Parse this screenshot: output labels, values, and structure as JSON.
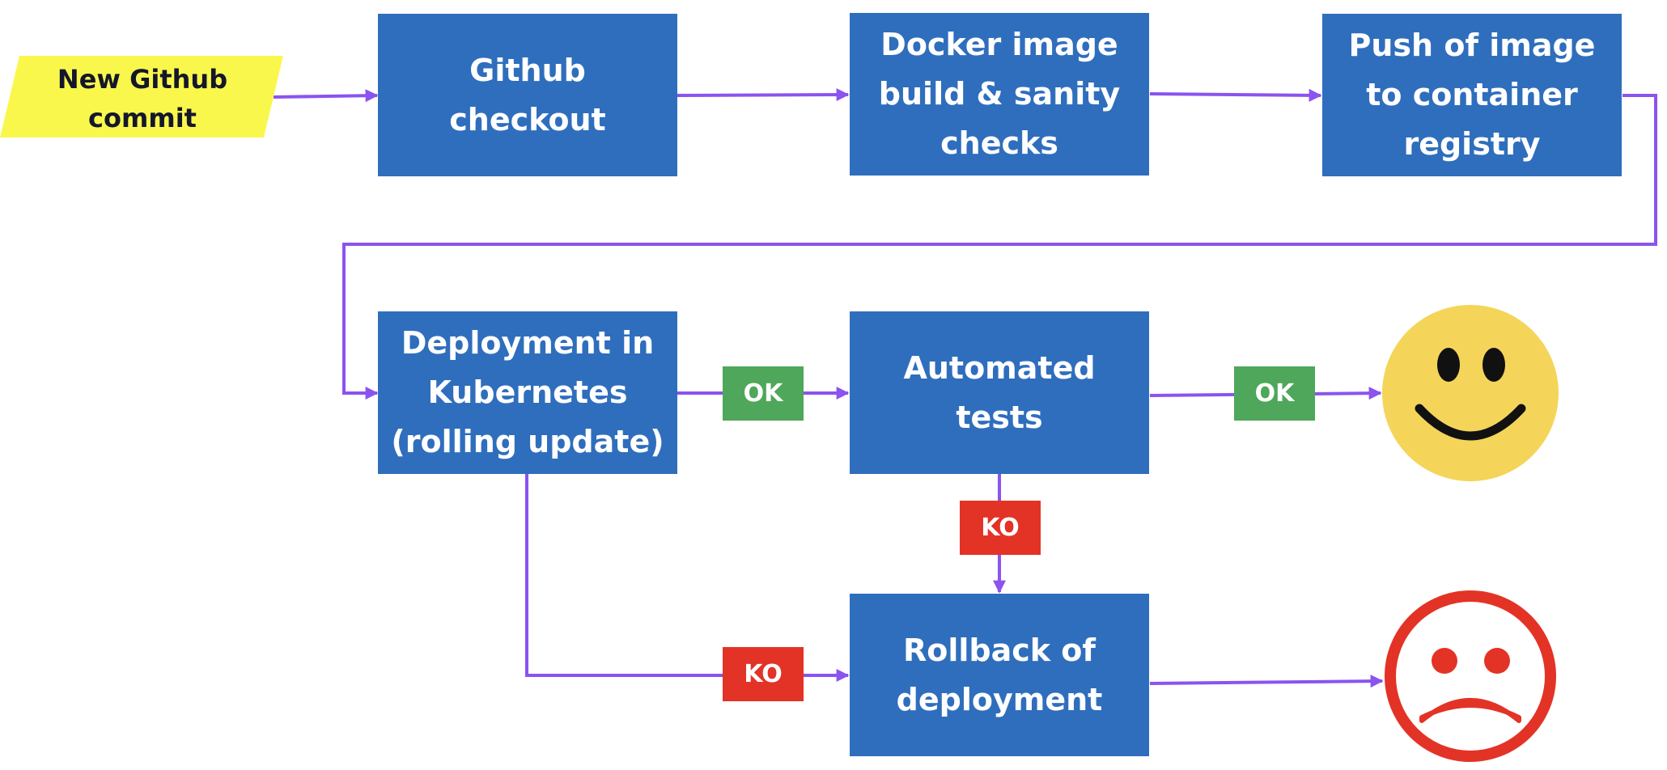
{
  "colors": {
    "process": "#2f6ebd",
    "start": "#faf74c",
    "connector": "#8b53ef",
    "ok": "#4ea75a",
    "ko": "#e33326",
    "happy_face": "#f4d55a",
    "sad_face": "#e33326"
  },
  "start": {
    "label": "New Github\ncommit"
  },
  "steps": {
    "checkout": "Github checkout",
    "docker_build": "Docker image\nbuild & sanity\nchecks",
    "push": "Push of image\nto container\nregistry",
    "deploy": "Deployment in\nKubernetes\n(rolling update)",
    "tests": "Automated tests",
    "rollback": "Rollback of\ndeployment"
  },
  "labels": {
    "deploy_ok": "OK",
    "tests_ok": "OK",
    "tests_ko": "KO",
    "deploy_ko": "KO"
  },
  "outcomes": {
    "success": "smiley-face-icon",
    "failure": "sad-face-icon"
  }
}
